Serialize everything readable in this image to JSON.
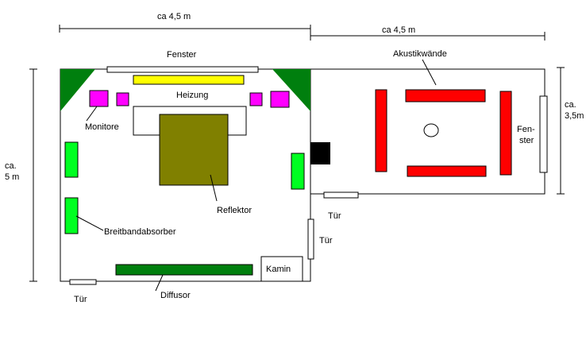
{
  "dimensions": {
    "left_width": "ca 4,5 m",
    "right_width": "ca 4,5 m",
    "left_height_line1": "ca.",
    "left_height_line2": "5 m",
    "right_height_line1": "ca.",
    "right_height_line2": "3,5m"
  },
  "labels": {
    "fenster_top": "Fenster",
    "heizung": "Heizung",
    "monitore": "Monitore",
    "reflektor": "Reflektor",
    "breitbandabsorber": "Breitbandabsorber",
    "diffusor": "Diffusor",
    "kamin": "Kamin",
    "tuer_bottom": "Tür",
    "tuer_middle": "Tür",
    "tuer_side": "Tür",
    "akustikwaende": "Akustikwände",
    "fenster_right_line1": "Fen-",
    "fenster_right_line2": "ster"
  },
  "colors": {
    "corner_trap": "#007f0e",
    "heater": "#ffff00",
    "monitor": "#ff00ff",
    "reflector": "#808000",
    "absorber": "#00ff21",
    "diffusor": "#007f0e",
    "acoustic_wall": "#ff0000",
    "black_block": "#000000",
    "outline": "#000000"
  }
}
